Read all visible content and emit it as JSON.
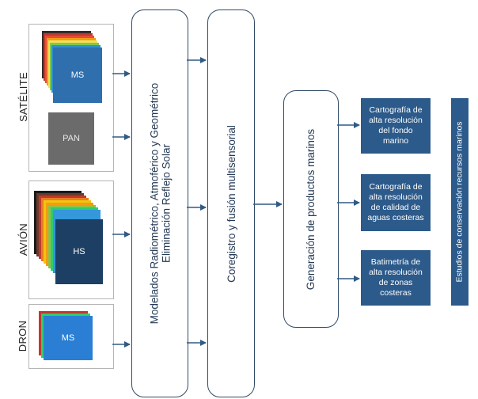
{
  "sources": {
    "satellite_label": "SATÉLITE",
    "aircraft_label": "AVIÓN",
    "drone_label": "DRON",
    "satellite_ms": "MS",
    "satellite_pan": "PAN",
    "aircraft_hs": "HS",
    "drone_ms": "MS"
  },
  "stages": {
    "modeling": "Modelados Radiométrico, Atmoférico y Geométrico",
    "modeling_line2": "Eliminación Reflejo Solar",
    "coregistration": "Coregistro y fusión multisensorial",
    "generation": "Generación de productos marinos"
  },
  "products": [
    [
      "Cartografía de",
      "alta resolución",
      "del fondo",
      "marino"
    ],
    [
      "Cartografía de",
      "alta resolución",
      "de calidad de",
      "aguas costeras"
    ],
    [
      "Batimetría de",
      "alta resolución",
      "de zonas",
      "costeras"
    ]
  ],
  "final": "Estudios de conservación recursos marinos",
  "colors": {
    "stage_border": "#2f4a66",
    "product_fill": "#2c5a8a",
    "arrow": "#2f5b85"
  }
}
